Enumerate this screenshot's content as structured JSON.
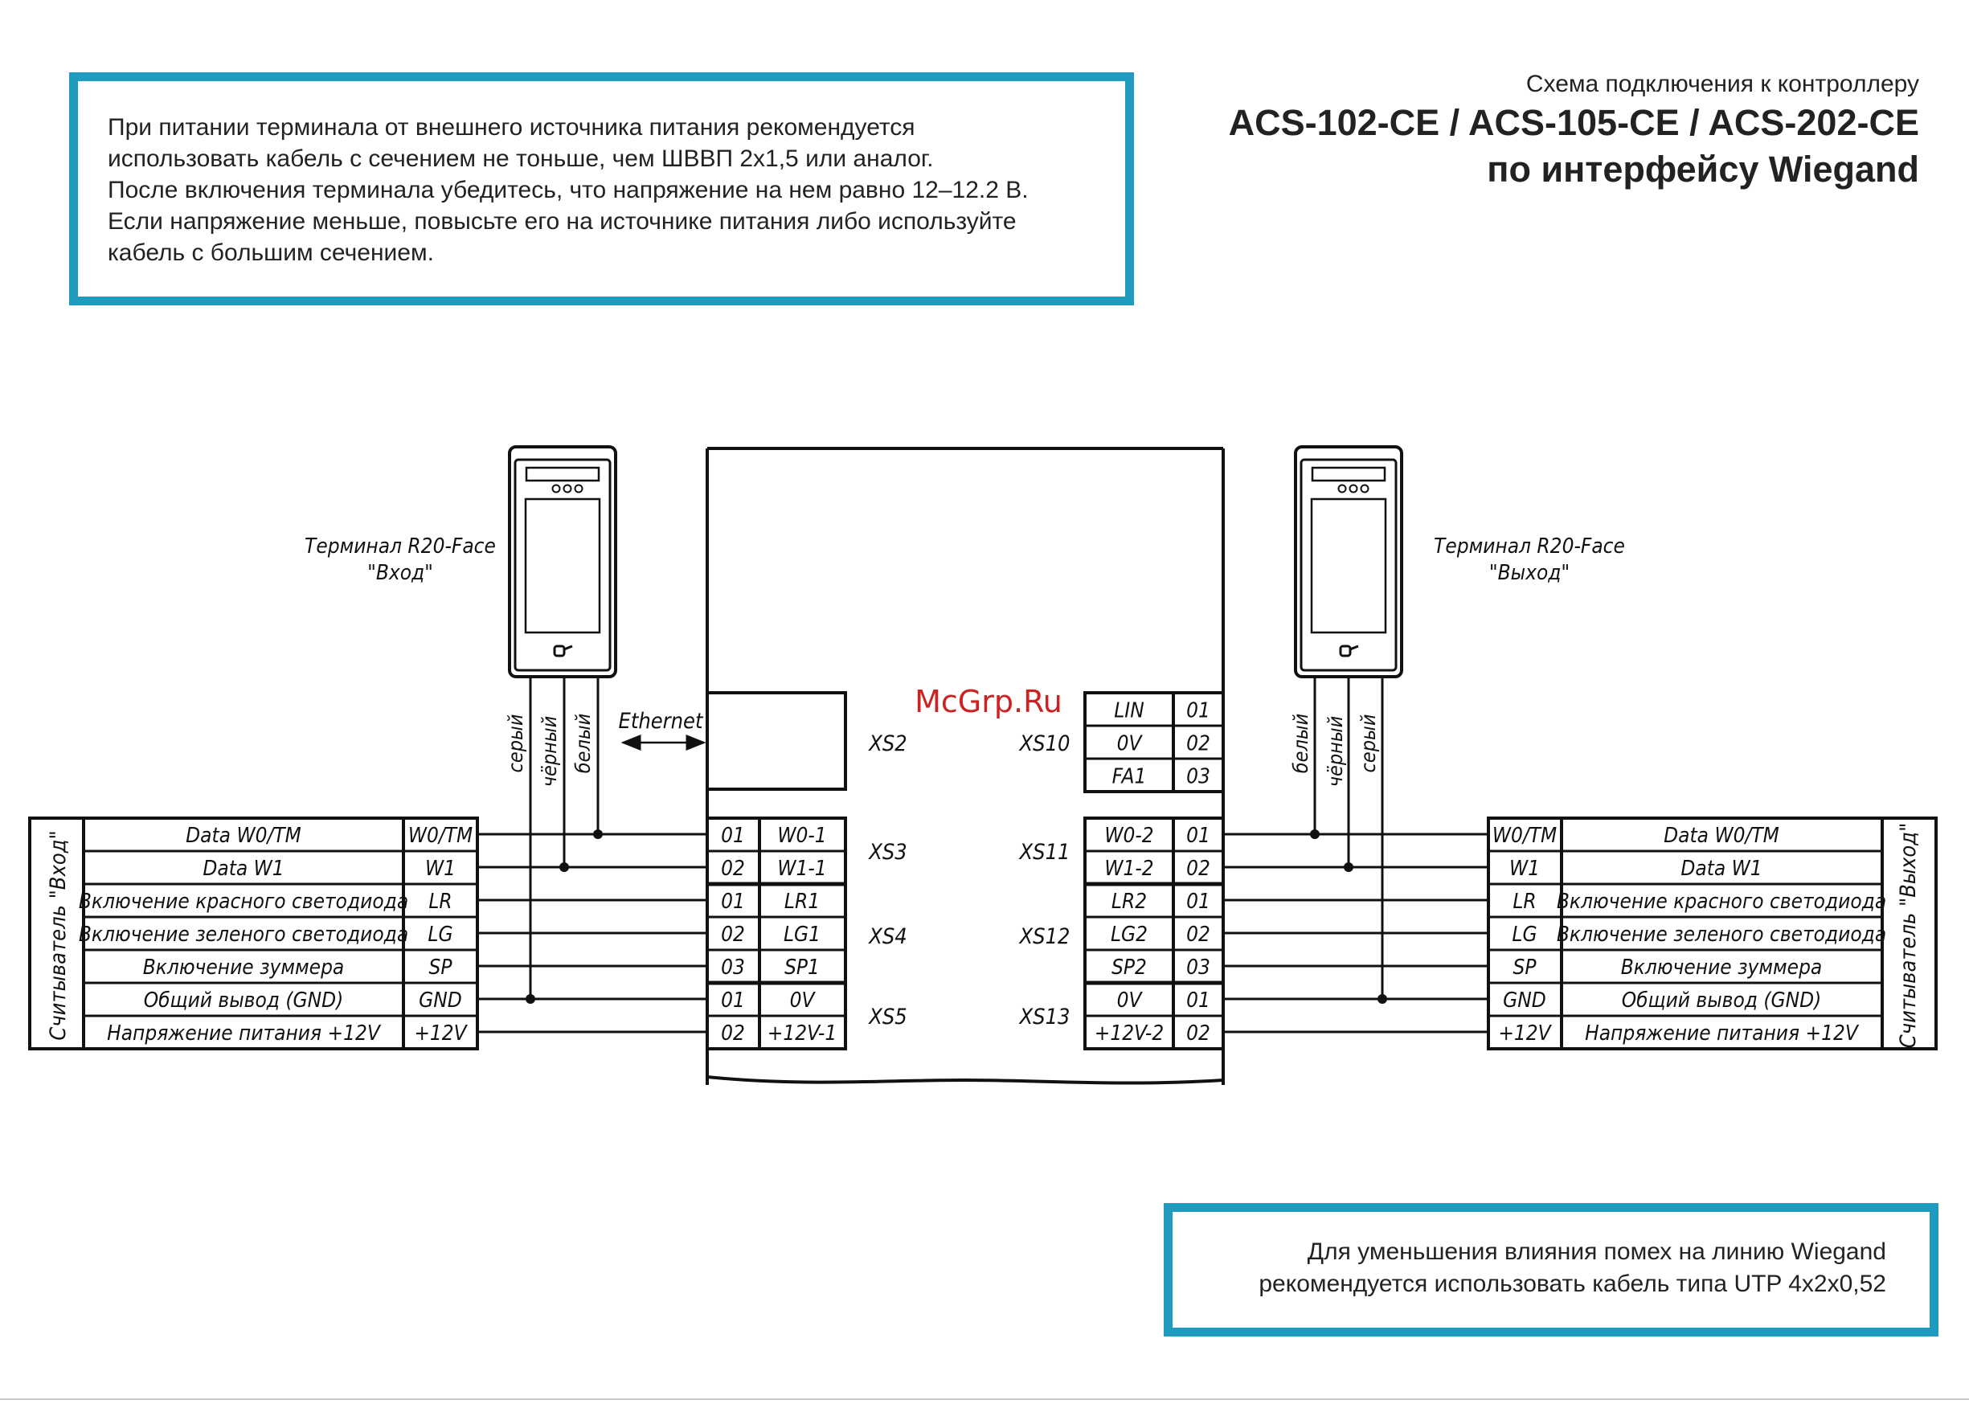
{
  "note_top": {
    "lines": [
      "При питании терминала от внешнего источника питания рекомендуется",
      "использовать кабель с сечением не тоньше, чем ШВВП 2х1,5 или аналог.",
      "После включения терминала убедитесь, что напряжение на нем равно 12–12.2 В.",
      "Если напряжение меньше, повысьте его на источнике питания либо используйте",
      "кабель с большим сечением."
    ]
  },
  "title": {
    "subtitle": "Схема подключения к контроллеру",
    "line1": "ACS-102-CE / ACS-105-CE / ACS-202-CE",
    "line2": "по интерфейсу Wiegand"
  },
  "note_bottom": {
    "lines": [
      "Для уменьшения влияния помех на линию Wiegand",
      "рекомендуется использовать кабель типа UTP 4х2х0,52"
    ]
  },
  "watermark": "McGrp.Ru",
  "terminal_left": {
    "line1": "Терминал R20-Face",
    "line2": "\"Вход\""
  },
  "terminal_right": {
    "line1": "Терминал R20-Face",
    "line2": "\"Выход\""
  },
  "wire_colors_left": [
    "серый",
    "чёрный",
    "белый"
  ],
  "wire_colors_right": [
    "белый",
    "чёрный",
    "серый"
  ],
  "ethernet_label": "Ethernet",
  "connectors": {
    "xs2": "XS2",
    "xs3": "XS3",
    "xs4": "XS4",
    "xs5": "XS5",
    "xs10": "XS10",
    "xs11": "XS11",
    "xs12": "XS12",
    "xs13": "XS13"
  },
  "reader_left": {
    "title": "Считыватель \"Вход\"",
    "rows": [
      {
        "desc": "Data W0/TM",
        "code": "W0/TM"
      },
      {
        "desc": "Data W1",
        "code": "W1"
      },
      {
        "desc": "Включение красного светодиода",
        "code": "LR"
      },
      {
        "desc": "Включение зеленого светодиода",
        "code": "LG"
      },
      {
        "desc": "Включение зуммера",
        "code": "SP"
      },
      {
        "desc": "Общий вывод (GND)",
        "code": "GND"
      },
      {
        "desc": "Напряжение питания +12V",
        "code": "+12V"
      }
    ]
  },
  "reader_right": {
    "title": "Считыватель \"Выход\"",
    "rows": [
      {
        "desc": "Data W0/TM",
        "code": "W0/TM"
      },
      {
        "desc": "Data W1",
        "code": "W1"
      },
      {
        "desc": "Включение красного светодиода",
        "code": "LR"
      },
      {
        "desc": "Включение зеленого светодиода",
        "code": "LG"
      },
      {
        "desc": "Включение зуммера",
        "code": "SP"
      },
      {
        "desc": "Общий вывод (GND)",
        "code": "GND"
      },
      {
        "desc": "Напряжение питания +12V",
        "code": "+12V"
      }
    ]
  },
  "controller_left_terminals": [
    {
      "num": "01",
      "sig": "W0-1"
    },
    {
      "num": "02",
      "sig": "W1-1"
    },
    {
      "num": "01",
      "sig": "LR1"
    },
    {
      "num": "02",
      "sig": "LG1"
    },
    {
      "num": "03",
      "sig": "SP1"
    },
    {
      "num": "01",
      "sig": "0V"
    },
    {
      "num": "02",
      "sig": "+12V-1"
    }
  ],
  "controller_right_terminals": [
    {
      "sig": "W0-2",
      "num": "01"
    },
    {
      "sig": "W1-2",
      "num": "02"
    },
    {
      "sig": "LR2",
      "num": "01"
    },
    {
      "sig": "LG2",
      "num": "02"
    },
    {
      "sig": "SP2",
      "num": "03"
    },
    {
      "sig": "0V",
      "num": "01"
    },
    {
      "sig": "+12V-2",
      "num": "02"
    }
  ],
  "xs10_terminals": [
    {
      "sig": "LIN",
      "num": "01"
    },
    {
      "sig": "0V",
      "num": "02"
    },
    {
      "sig": "FA1",
      "num": "03"
    }
  ],
  "colors": {
    "accent_border": "#1f9bbf",
    "watermark": "#cc2222",
    "line": "#111111"
  }
}
